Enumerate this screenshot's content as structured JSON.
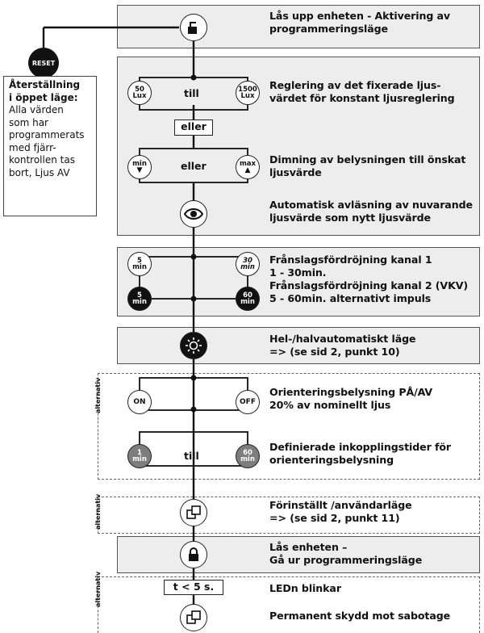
{
  "steps": {
    "unlock": [
      "Lås upp enheten - Aktivering av",
      "programmeringsläge"
    ],
    "lux_fixed": [
      "Reglering av det fixerade ljus-",
      "värdet för konstant ljusreglering"
    ],
    "dimming": [
      "Dimning av belysningen till önskat",
      "ljusvärde"
    ],
    "auto_read": [
      "Automatisk avläsning av nuvarande",
      "ljusvärde som nytt ljusvärde"
    ],
    "delay": [
      "Frånslagsfördröjning kanal 1",
      "1 - 30min.",
      "Frånslagsfördröjning kanal 2 (VKV)",
      "5 - 60min. alternativt impuls"
    ],
    "mode": [
      "Hel-/halvautomatiskt läge",
      "=> (se sid 2, punkt 10)"
    ],
    "orient": [
      "Orienteringsbelysning PÅ/AV",
      "20% av nominellt ljus"
    ],
    "orient_times": [
      "Definierade inkopplingstider för",
      "orienteringsbelysning"
    ],
    "preset": [
      "Förinställt /användarläge",
      "=> (se sid 2, punkt 11)"
    ],
    "lock": [
      "Lås enheten –",
      "Gå ur programmeringsläge"
    ],
    "led": [
      "LEDn blinkar"
    ],
    "sabotage": [
      "Permanent skydd mot sabotage"
    ]
  },
  "labels": {
    "till": "till",
    "eller": "eller",
    "t5": "t < 5 s.",
    "alternativ": "alternativ",
    "reset": "RESET"
  },
  "circles": {
    "lux50": [
      "50",
      "Lux"
    ],
    "lux1500": [
      "1500",
      "Lux"
    ],
    "min": "min",
    "max": "max",
    "c5min": [
      "5",
      "min"
    ],
    "c30min": [
      "30",
      "min"
    ],
    "c60min": [
      "60",
      "min"
    ],
    "c1min": [
      "1",
      "min"
    ],
    "on": "ON",
    "off": "OFF"
  },
  "reset_box": {
    "title": [
      "Återställning",
      "i öppet läge:"
    ],
    "body": [
      "Alla värden",
      "som har",
      "programmerats",
      "med fjärr-",
      "kontrollen tas",
      "bort, Ljus AV"
    ]
  }
}
